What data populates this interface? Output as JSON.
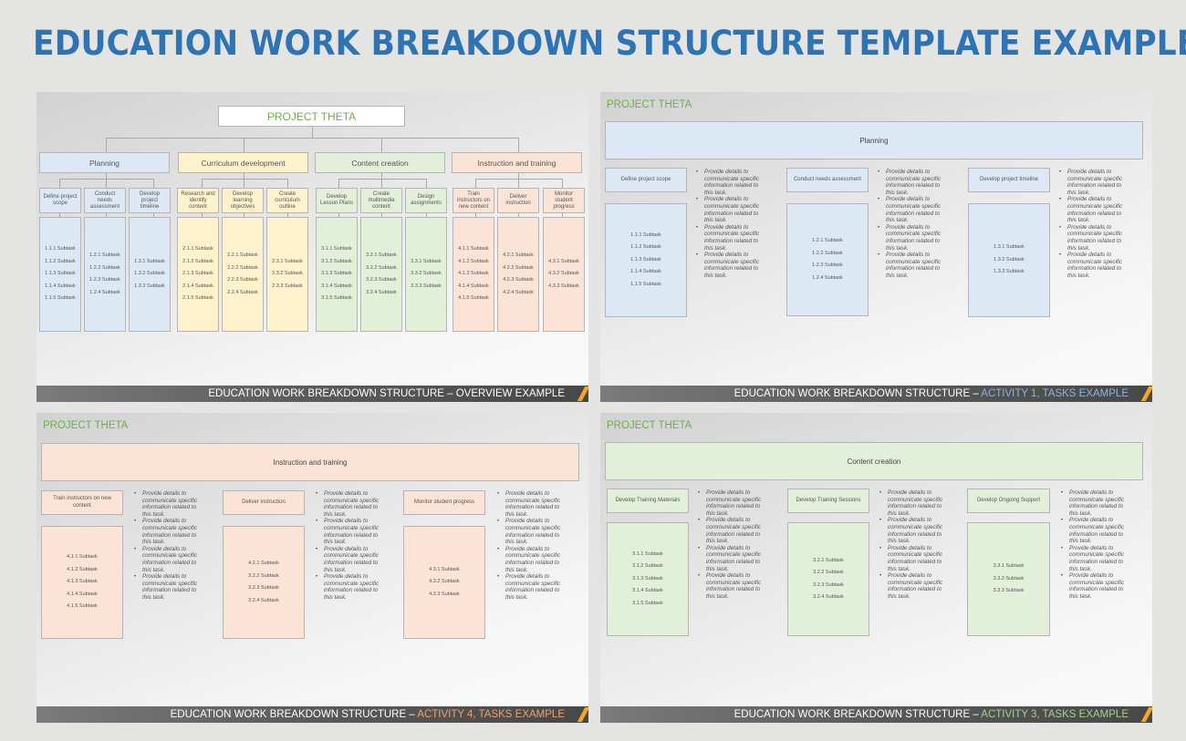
{
  "page_title": "EDUCATION WORK BREAKDOWN STRUCTURE TEMPLATE EXAMPLE",
  "colors": {
    "title_blue": "#2e74b5",
    "project_green": "#70ad47",
    "planning_blue": "#dde8f5",
    "curriculum_yellow": "#fdf2cc",
    "content_green": "#e2efd9",
    "instruction_peach": "#fbe3d5",
    "footer_accent": "#f5a623"
  },
  "bullet_text": "Provide details to communicate specific information related to this task.",
  "overview": {
    "project": "PROJECT THETA",
    "footer": "EDUCATION WORK BREAKDOWN STRUCTURE – OVERVIEW EXAMPLE",
    "activities": [
      {
        "label": "Planning",
        "tasks": [
          {
            "label": "Define project scope",
            "subtasks": [
              "1.1.1 Subtask",
              "1.1.2 Subtask",
              "1.1.3 Subtask",
              "1.1.4 Subtask",
              "1.1.5 Subtask"
            ]
          },
          {
            "label": "Conduct needs assessment",
            "subtasks": [
              "1.2.1 Subtask",
              "1.2.2 Subtask",
              "1.2.3 Subtask",
              "1.2.4 Subtask"
            ]
          },
          {
            "label": "Develop project timeline",
            "subtasks": [
              "1.3.1 Subtask",
              "1.3.2 Subtask",
              "1.3.3 Subtask"
            ]
          }
        ]
      },
      {
        "label": "Curriculum development",
        "tasks": [
          {
            "label": "Research and identify content",
            "subtasks": [
              "2.1.1 Subtask",
              "2.1.2 Subtask",
              "2.1.3 Subtask",
              "2.1.4 Subtask",
              "2.1.5 Subtask"
            ]
          },
          {
            "label": "Develop learning objectives",
            "subtasks": [
              "2.2.1 Subtask",
              "2.2.2 Subtask",
              "2.2.3 Subtask",
              "2.2.4 Subtask"
            ]
          },
          {
            "label": "Create curriculum outline",
            "subtasks": [
              "2.3.1 Subtask",
              "2.3.2 Subtask",
              "2.3.3 Subtask"
            ]
          }
        ]
      },
      {
        "label": "Content creation",
        "tasks": [
          {
            "label": "Develop Lesson Plans",
            "subtasks": [
              "3.1.1 Subtask",
              "3.1.2 Subtask",
              "3.1.3 Subtask",
              "3.1.4 Subtask",
              "3.1.5 Subtask"
            ]
          },
          {
            "label": "Create multimedia content",
            "subtasks": [
              "3.2.1 Subtask",
              "3.2.2 Subtask",
              "3.2.3 Subtask",
              "3.2.4 Subtask"
            ]
          },
          {
            "label": "Design assignments",
            "subtasks": [
              "3.3.1 Subtask",
              "3.3.2 Subtask",
              "3.3.3 Subtask"
            ]
          }
        ]
      },
      {
        "label": "Instruction and training",
        "tasks": [
          {
            "label": "Train instructors on new content",
            "subtasks": [
              "4.1.1 Subtask",
              "4.1.2 Subtask",
              "4.1.3 Subtask",
              "4.1.4 Subtask",
              "4.1.5 Subtask"
            ]
          },
          {
            "label": "Deliver instruction",
            "subtasks": [
              "4.2.1 Subtask",
              "4.2.2 Subtask",
              "4.2.3 Subtask",
              "4.2.4 Subtask"
            ]
          },
          {
            "label": "Monitor student progress",
            "subtasks": [
              "4.3.1 Subtask",
              "4.3.2 Subtask",
              "4.3.3 Subtask"
            ]
          }
        ]
      }
    ]
  },
  "activity1": {
    "project": "PROJECT THETA",
    "header": "Planning",
    "footer_main": "EDUCATION WORK BREAKDOWN STRUCTURE – ",
    "footer_highlight": "ACTIVITY 1, TASKS EXAMPLE",
    "tasks": [
      {
        "label": "Define project scope",
        "subtasks": [
          "1.1.1 Subtask",
          "1.1.2 Subtask",
          "1.1.3 Subtask",
          "1.1.4 Subtask",
          "1.1.5 Subtask"
        ]
      },
      {
        "label": "Conduct needs assessment",
        "subtasks": [
          "1.2.1 Subtask",
          "1.2.2 Subtask",
          "1.2.3 Subtask",
          "1.2.4 Subtask"
        ]
      },
      {
        "label": "Develop project timeline",
        "subtasks": [
          "1.3.1 Subtask",
          "1.3.2 Subtask",
          "1.3.3 Subtask"
        ]
      }
    ]
  },
  "activity4": {
    "project": "PROJECT THETA",
    "header": "Instruction and training",
    "footer_main": "EDUCATION WORK BREAKDOWN STRUCTURE – ",
    "footer_highlight": "ACTIVITY 4, TASKS EXAMPLE",
    "tasks": [
      {
        "label": "Train instructors on new content",
        "subtasks": [
          "4.1.1 Subtask",
          "4.1.2 Subtask",
          "4.1.3 Subtask",
          "4.1.4 Subtask",
          "4.1.5 Subtask"
        ]
      },
      {
        "label": "Deliver instruction",
        "subtasks": [
          "4.2.1 Subtask",
          "3.2.2 Subtask",
          "3.2.3 Subtask",
          "3.2.4 Subtask"
        ]
      },
      {
        "label": "Monitor student progress",
        "subtasks": [
          "4.3.1 Subtask",
          "4.3.2 Subtask",
          "4.3.3 Subtask"
        ]
      }
    ]
  },
  "activity3": {
    "project": "PROJECT THETA",
    "header": "Content creation",
    "footer_main": "EDUCATION WORK BREAKDOWN STRUCTURE – ",
    "footer_highlight": "ACTIVITY 3, TASKS EXAMPLE",
    "tasks": [
      {
        "label": "Develop Training Materials",
        "subtasks": [
          "3.1.1 Subtask",
          "3.1.2 Subtask",
          "3.1.3 Subtask",
          "3.1.4 Subtask",
          "3.1.5 Subtask"
        ]
      },
      {
        "label": "Develop Training Sessions",
        "subtasks": [
          "3.2.1 Subtask",
          "3.2.2 Subtask",
          "3.2.3 Subtask",
          "3.2.4 Subtask"
        ]
      },
      {
        "label": "Develop Ongoing Support",
        "subtasks": [
          "3.3.1 Subtask",
          "3.3.2 Subtask",
          "3.3.3 Subtask"
        ]
      }
    ]
  }
}
